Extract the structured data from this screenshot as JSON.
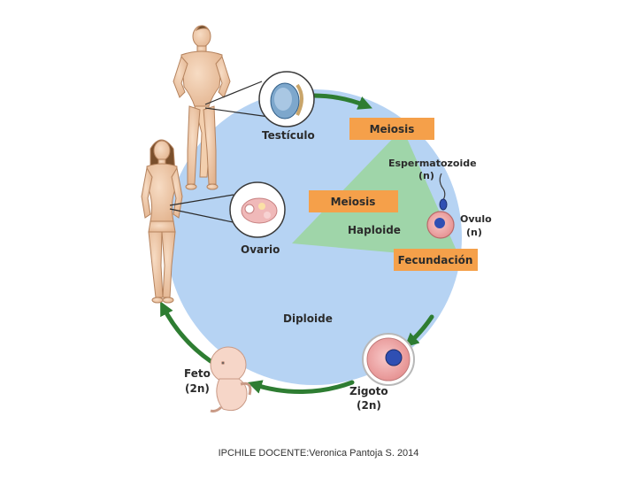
{
  "labels": {
    "testiculo": "Testículo",
    "ovario": "Ovario",
    "meiosis_top": "Meiosis",
    "meiosis_mid": "Meiosis",
    "espermatozoide_line1": "Espermatozoide",
    "espermatozoide_line2": "(n)",
    "ovulo_line1": "Ovulo",
    "ovulo_line2": "(n)",
    "haploide": "Haploide",
    "fecundacion": "Fecundación",
    "diploide": "Diploide",
    "feto_line1": "Feto",
    "feto_line2": "(2n)",
    "zigoto_line1": "Zigoto",
    "zigoto_line2": "(2n)"
  },
  "footer": {
    "credit": "IPCHILE DOCENTE:Veronica Pantoja S. 2014"
  },
  "colors": {
    "circle_fill": "#b6d3f3",
    "haploid_fill": "#9fd5a9",
    "tag_fill": "#f5a04a",
    "arrow": "#2e7d32",
    "skin": "#f1c9a6",
    "cell_pink": "#f3b0b0",
    "nucleus_blue": "#2f4fb3"
  }
}
